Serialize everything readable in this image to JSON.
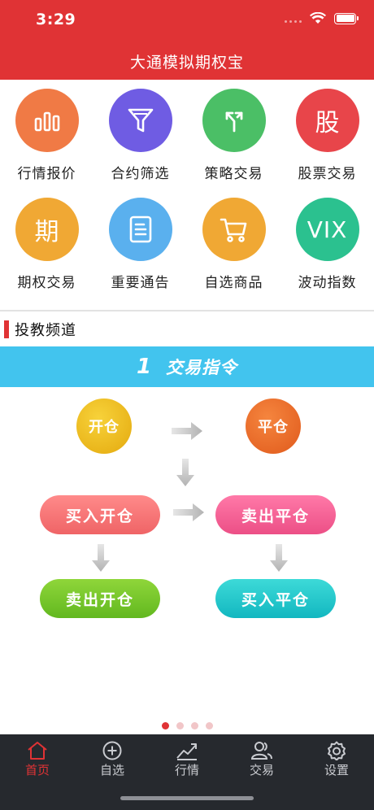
{
  "status_bar": {
    "time": "3:29",
    "wifi_icon": "wifi-icon",
    "battery_icon": "battery-icon"
  },
  "header": {
    "title": "大通模拟期权宝"
  },
  "grid": {
    "items": [
      {
        "label": "行情报价",
        "icon": "bar-chart-icon",
        "color": "#f07a45"
      },
      {
        "label": "合约筛选",
        "icon": "filter-icon",
        "color": "#6f5ce3"
      },
      {
        "label": "策略交易",
        "icon": "fork-arrow-icon",
        "color": "#4bbf66"
      },
      {
        "label": "股票交易",
        "glyph": "股",
        "icon": "stock-glyph-icon",
        "color": "#e8454a"
      },
      {
        "label": "期权交易",
        "glyph": "期",
        "icon": "option-glyph-icon",
        "color": "#f0a834"
      },
      {
        "label": "重要通告",
        "icon": "notice-icon",
        "color": "#5ab0ee"
      },
      {
        "label": "自选商品",
        "icon": "cart-icon",
        "color": "#f0a834"
      },
      {
        "label": "波动指数",
        "glyph": "VIX",
        "icon": "vix-icon",
        "color": "#2bc18f"
      }
    ]
  },
  "section": {
    "title": "投教频道"
  },
  "banner": {
    "number": "1",
    "text": "交易指令"
  },
  "flow": {
    "open": "开仓",
    "close": "平仓",
    "buy_open": "买入开仓",
    "sell_close": "卖出平仓",
    "sell_open": "卖出开仓",
    "buy_close": "买入平仓"
  },
  "carousel": {
    "pages": 4,
    "active": 1
  },
  "tabbar": {
    "items": [
      {
        "label": "首页",
        "icon": "home-icon"
      },
      {
        "label": "自选",
        "icon": "plus-circle-icon"
      },
      {
        "label": "行情",
        "icon": "trend-icon"
      },
      {
        "label": "交易",
        "icon": "users-icon"
      },
      {
        "label": "设置",
        "icon": "gear-icon"
      }
    ],
    "active_index": 0
  },
  "colors": {
    "brand_red": "#e03335",
    "banner_blue": "#42c4ee",
    "tabbar_bg": "#26292e"
  }
}
